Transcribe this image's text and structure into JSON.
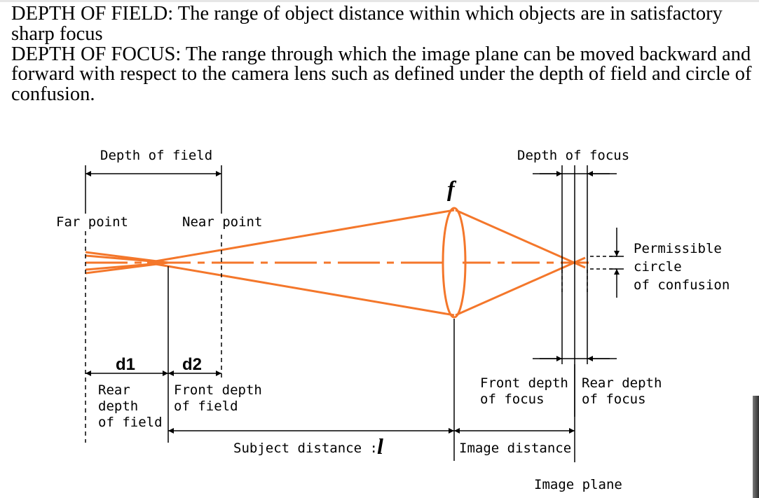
{
  "definitions": {
    "dof_text": "DEPTH OF FIELD: The range of object distance within which objects are in satisfactory sharp focus",
    "focus_text": "DEPTH OF FOCUS: The range through which the image plane can be moved backward and forward with respect to the camera lens such as defined under the depth of field and circle of confusion."
  },
  "diagram": {
    "depth_of_field": "Depth of field",
    "depth_of_focus": "Depth of focus",
    "focal_symbol": "f",
    "far_point": "Far point",
    "near_point": "Near point",
    "permissible": [
      "Permissible",
      "circle",
      "of confusion"
    ],
    "d1": "d1",
    "d2": "d2",
    "rear_dof": [
      "Rear",
      "depth",
      "of field"
    ],
    "front_dof": [
      "Front depth",
      "of field"
    ],
    "front_focus": [
      "Front depth",
      "of focus"
    ],
    "rear_focus": [
      "Rear depth",
      "of focus"
    ],
    "subject_distance": "Subject distance :",
    "subject_symbol": "l",
    "image_distance": "Image distance",
    "image_plane": "Image plane"
  },
  "colors": {
    "ray": "#f4772b",
    "ink": "#000000"
  }
}
